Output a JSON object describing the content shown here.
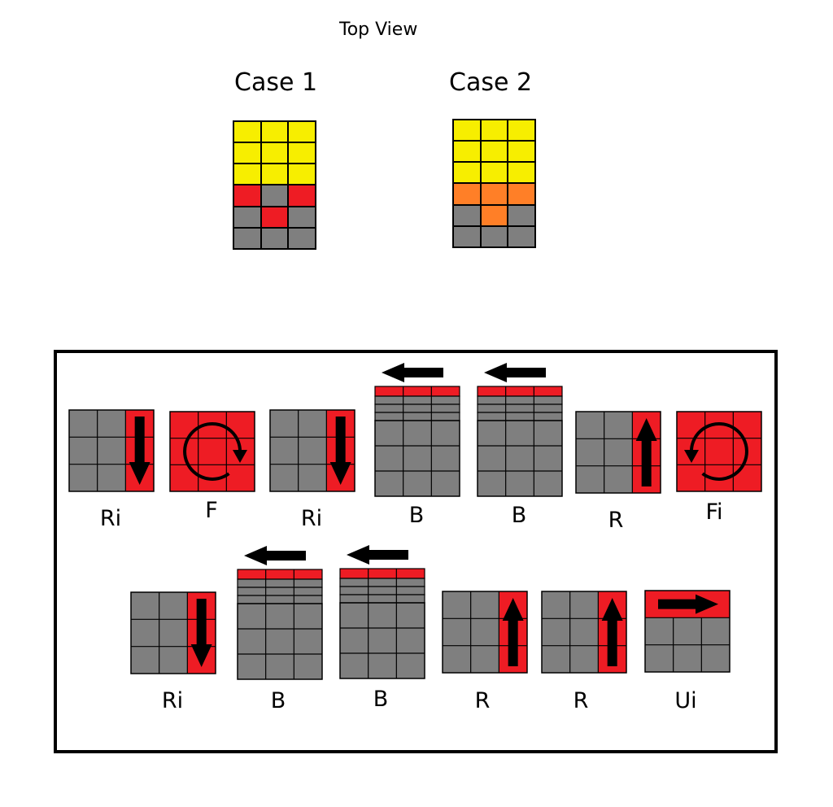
{
  "title": "Top View",
  "colors": {
    "yellow": "#f7ee00",
    "red": "#ee1c24",
    "orange": "#ff7f27",
    "gray": "#7f7f7f",
    "black": "#000000"
  },
  "cases": [
    {
      "label": "Case 1",
      "rows": [
        [
          "yellow",
          "yellow",
          "yellow"
        ],
        [
          "yellow",
          "yellow",
          "yellow"
        ],
        [
          "yellow",
          "yellow",
          "yellow"
        ],
        [
          "red",
          "gray",
          "red"
        ],
        [
          "gray",
          "red",
          "gray"
        ],
        [
          "gray",
          "gray",
          "gray"
        ]
      ]
    },
    {
      "label": "Case 2",
      "rows": [
        [
          "yellow",
          "yellow",
          "yellow"
        ],
        [
          "yellow",
          "yellow",
          "yellow"
        ],
        [
          "yellow",
          "yellow",
          "yellow"
        ],
        [
          "orange",
          "orange",
          "orange"
        ],
        [
          "gray",
          "orange",
          "gray"
        ],
        [
          "gray",
          "gray",
          "gray"
        ]
      ]
    }
  ],
  "sequence_row1": [
    {
      "move": "Ri",
      "icon": "right-column-down-arrow-icon"
    },
    {
      "move": "F",
      "icon": "clockwise-rotation-icon"
    },
    {
      "move": "Ri",
      "icon": "right-column-down-arrow-icon"
    },
    {
      "move": "B",
      "icon": "back-layer-left-arrow-icon"
    },
    {
      "move": "B",
      "icon": "back-layer-left-arrow-icon"
    },
    {
      "move": "R",
      "icon": "right-column-up-arrow-icon"
    },
    {
      "move": "Fi",
      "icon": "counterclockwise-rotation-icon"
    }
  ],
  "sequence_row2": [
    {
      "move": "Ri",
      "icon": "right-column-down-arrow-icon"
    },
    {
      "move": "B",
      "icon": "back-layer-left-arrow-icon"
    },
    {
      "move": "B",
      "icon": "back-layer-left-arrow-icon"
    },
    {
      "move": "R",
      "icon": "right-column-up-arrow-icon"
    },
    {
      "move": "R",
      "icon": "right-column-up-arrow-icon"
    },
    {
      "move": "Ui",
      "icon": "top-row-right-arrow-icon"
    }
  ]
}
